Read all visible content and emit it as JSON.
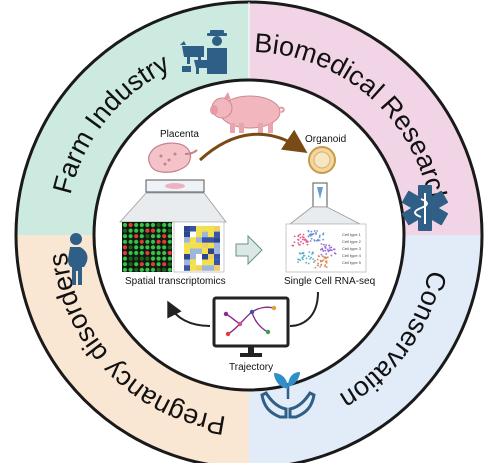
{
  "quadrants": {
    "top_left": {
      "label": "Farm Industry",
      "color": "#cdeae1",
      "icon": "farmer-with-livestock-icon"
    },
    "top_right": {
      "label": "Biomedical Research",
      "color": "#f1d4e6",
      "icon": "medical-star-of-life-icon"
    },
    "bottom_right": {
      "label": "Conservation",
      "color": "#e2ecf8",
      "icon": "hands-holding-sprout-icon"
    },
    "bottom_left": {
      "label": "Pregnancy disorders",
      "color": "#f9e6d3",
      "icon": "pregnant-woman-icon"
    }
  },
  "center": {
    "pig_icon": "pig-icon",
    "placenta": {
      "label": "Placenta",
      "icon": "placenta-icon"
    },
    "organoid": {
      "label": "Organoid",
      "icon": "organoid-icon"
    },
    "slide_icon": "tissue-slide-icon",
    "tube_icon": "sample-tube-icon",
    "spatial": {
      "label": "Spatial transcriptomics",
      "icon": "spatial-spots-and-heatmap-icon"
    },
    "sc": {
      "label": "Single Cell RNA-seq",
      "legend": [
        "Cell type 1",
        "Cell type 2",
        "Cell type 3",
        "Cell type 4",
        "Cell type 5"
      ]
    },
    "trajectory": {
      "label": "Trajectory",
      "icon": "monitor-trajectory-icon"
    }
  }
}
